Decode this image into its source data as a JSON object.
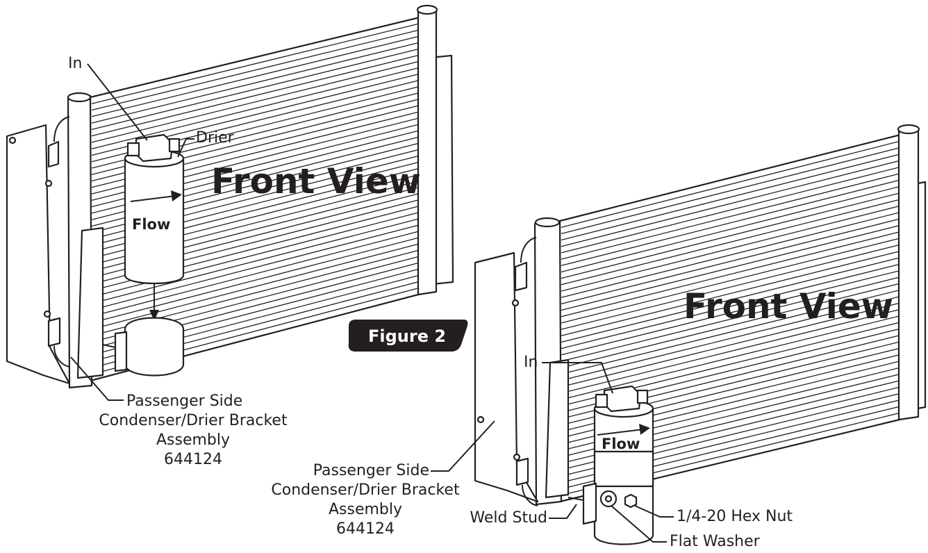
{
  "figure": {
    "label": "Figure 2",
    "badge_color": "#231f20",
    "line_color": "#231f20"
  },
  "left_view": {
    "view_title": "Front View",
    "inlet_label": "In",
    "drier_label": "Drier",
    "flow_label": "Flow",
    "bracket_label_lines": [
      "Passenger Side",
      "Condenser/Drier Bracket",
      "Assembly",
      "644124"
    ]
  },
  "right_view": {
    "view_title": "Front View",
    "inlet_label": "In",
    "flow_label": "Flow",
    "bracket_label_lines": [
      "Passenger Side",
      "Condenser/Drier Bracket",
      "Assembly",
      "644124"
    ],
    "weld_stud_label": "Weld Stud",
    "hex_nut_label": "1/4-20 Hex Nut",
    "washer_label": "Flat Washer"
  },
  "icons": [
    "arrow-right-icon",
    "arrow-down-icon",
    "hex-nut-icon",
    "washer-icon"
  ]
}
